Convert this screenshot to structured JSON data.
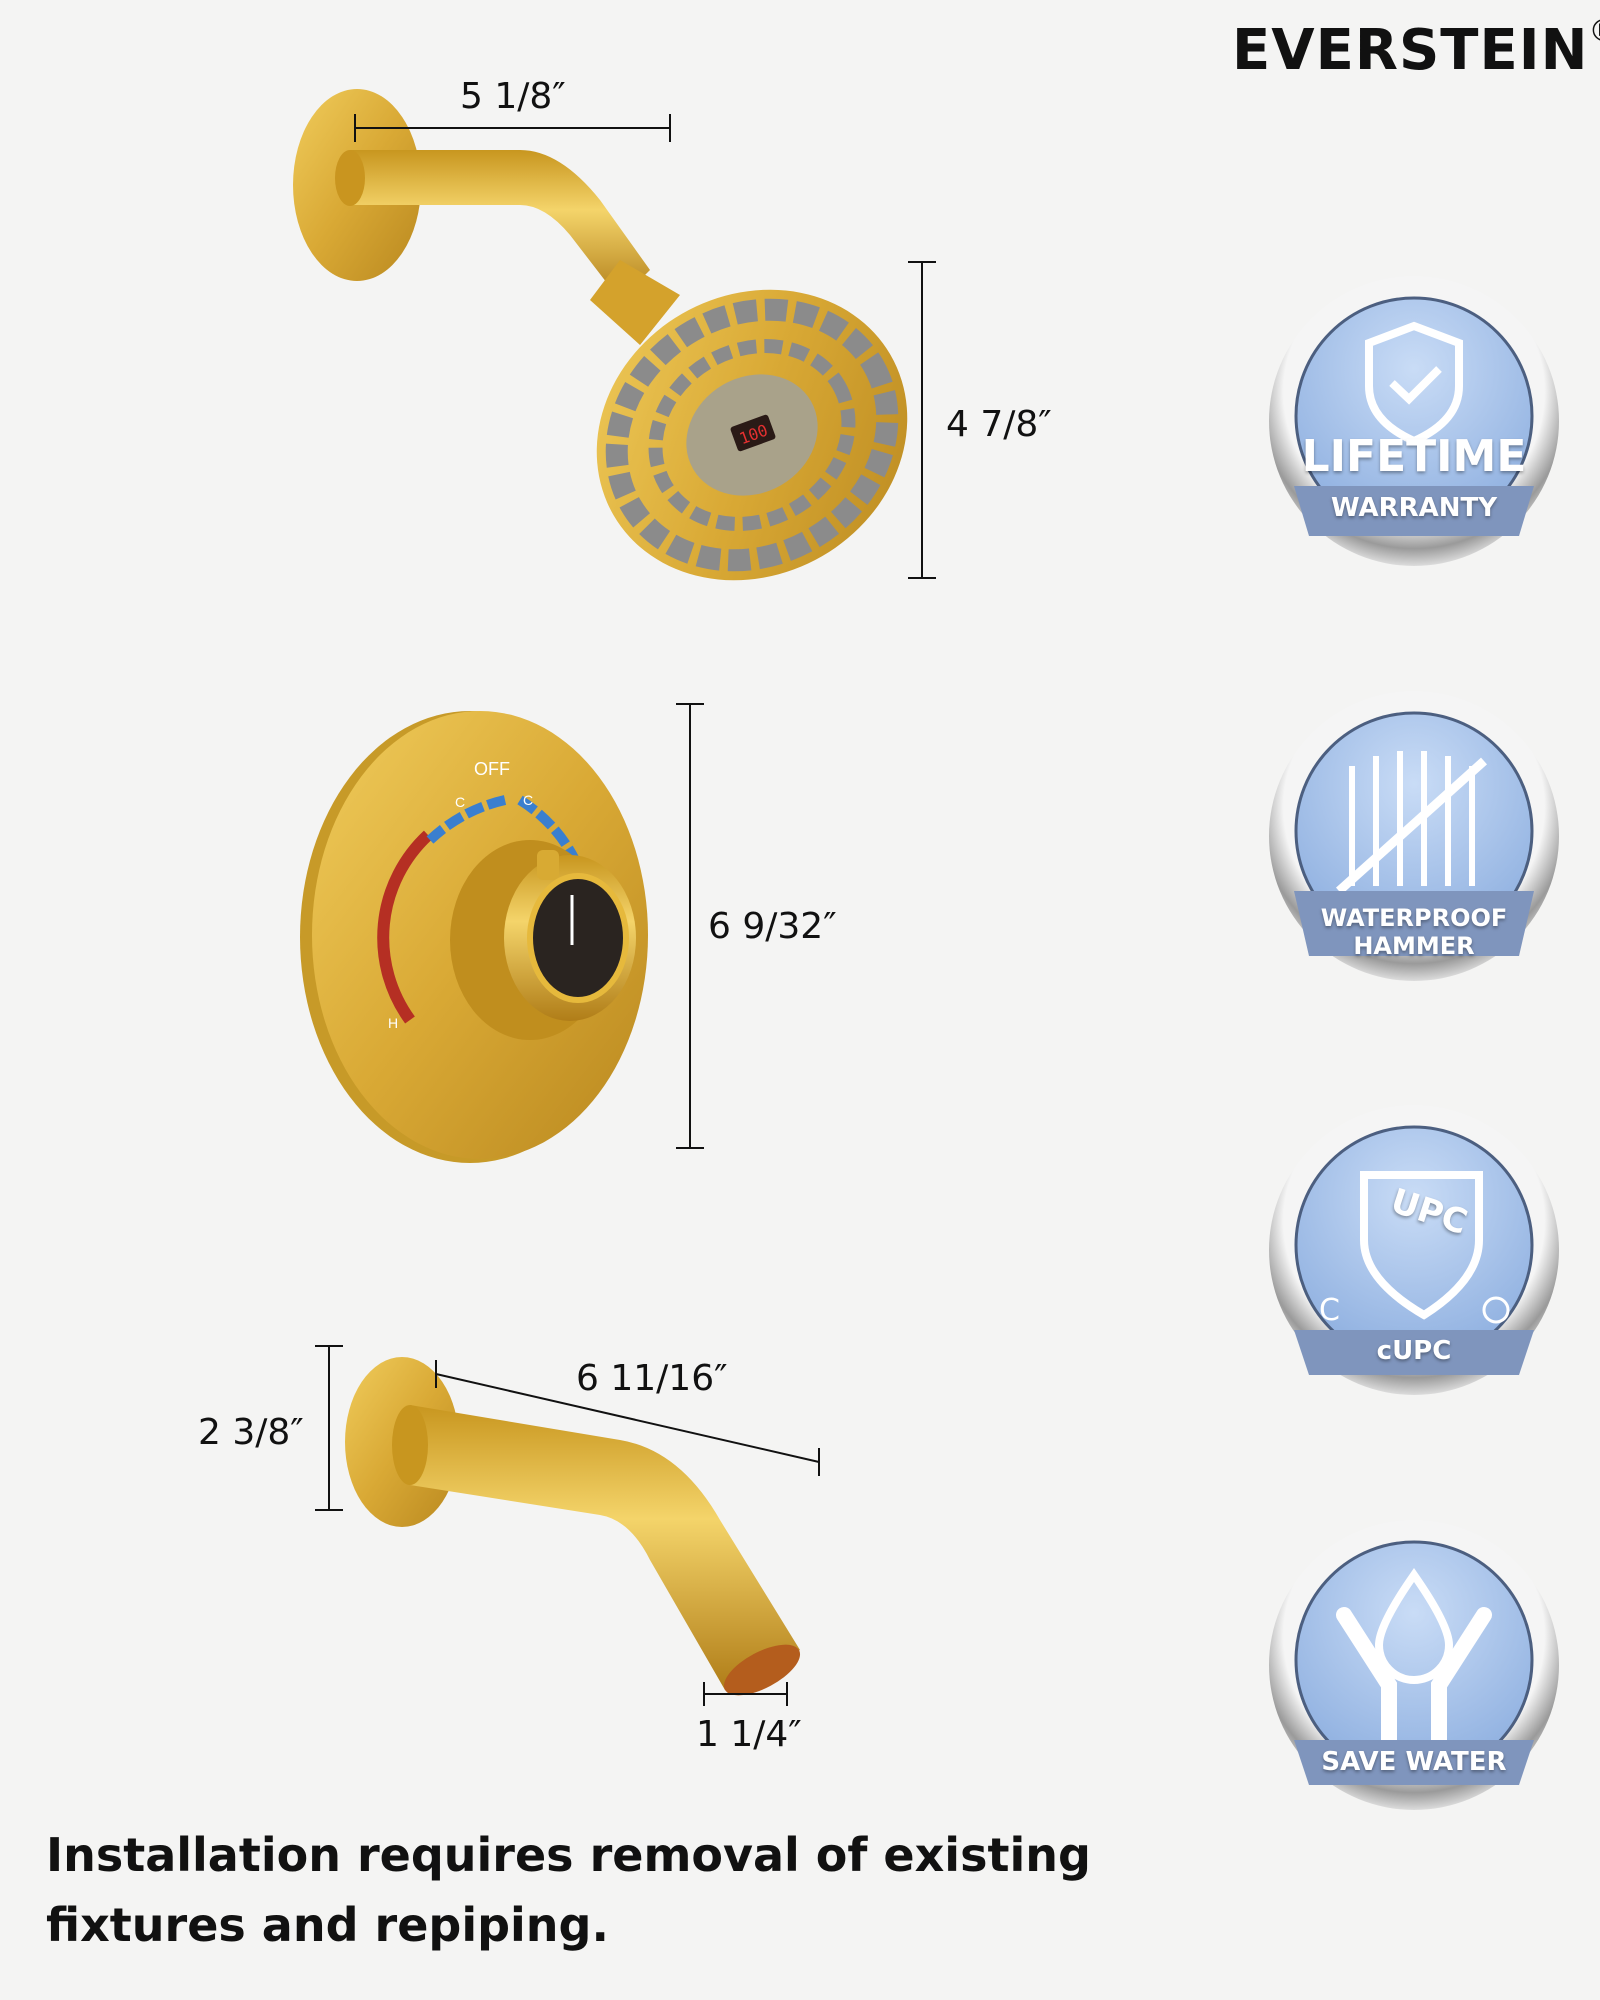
{
  "brand": {
    "name": "EVERSTEIN",
    "registered": "®"
  },
  "dimensions": {
    "shower_arm_length": "5 1/8″",
    "shower_head_diameter": "4 7/8″",
    "valve_trim_diameter": "6 9/32″",
    "spout_length": "6 11/16″",
    "spout_flange_height": "2 3/8″",
    "spout_outlet_diameter": "1 1/4″"
  },
  "shower_head": {
    "display_reading": "100"
  },
  "valve": {
    "off_label": "OFF",
    "cold_label_left": "C",
    "cold_label_right": "C",
    "hot_label": "H"
  },
  "badges": [
    {
      "title": "LIFETIME",
      "subtitle": "WARRANTY",
      "icon": "shield-check-icon"
    },
    {
      "title": "",
      "subtitle_line1": "WATERPROOF",
      "subtitle_line2": "HAMMER",
      "icon": "water-hammer-icon"
    },
    {
      "title": "UPC",
      "subtitle": "cUPC",
      "icon": "upc-shield-icon"
    },
    {
      "title": "",
      "subtitle": "SAVE WATER",
      "icon": "water-drop-hands-icon"
    }
  ],
  "note": {
    "line1": "Installation requires removal of existing",
    "line2": "fixtures and repiping."
  },
  "colors": {
    "gold": "#d9a935",
    "badge_blue": "#a9c4ec",
    "ribbon": "#7f95bd"
  }
}
